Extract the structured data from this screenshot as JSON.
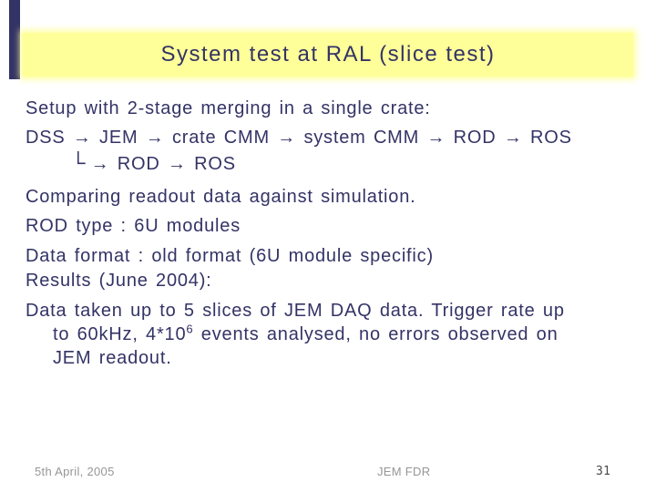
{
  "slide": {
    "title": "System test at RAL (slice test)",
    "body": {
      "line_setup": "Setup with 2-stage merging in a single crate:",
      "line_chain": "DSS → JEM → crate CMM → system CMM → ROD → ROS",
      "branch_corner": "└",
      "branch_rest": "→ ROD → ROS",
      "line_comparing": "Comparing readout data against simulation.",
      "line_rod_type": "ROD type : 6U modules",
      "line_data_format": "Data format : old format (6U module specific)",
      "line_results": "Results (June 2004):",
      "para_line1": "Data taken up to 5 slices of JEM DAQ data. Trigger rate up",
      "para_line2_pre": "to 60kHz, 4*10",
      "para_line2_sup": "6",
      "para_line2_post": " events analysed, no errors observed on",
      "para_line3": "JEM readout."
    },
    "footer": {
      "date": "5th April, 2005",
      "center": "JEM FDR",
      "page_number": "31"
    },
    "colors": {
      "banner_yellow": "#FFFF99",
      "text_navy": "#333366",
      "footer_gray": "#969696",
      "page_number_gray": "#4a4a4a"
    }
  }
}
